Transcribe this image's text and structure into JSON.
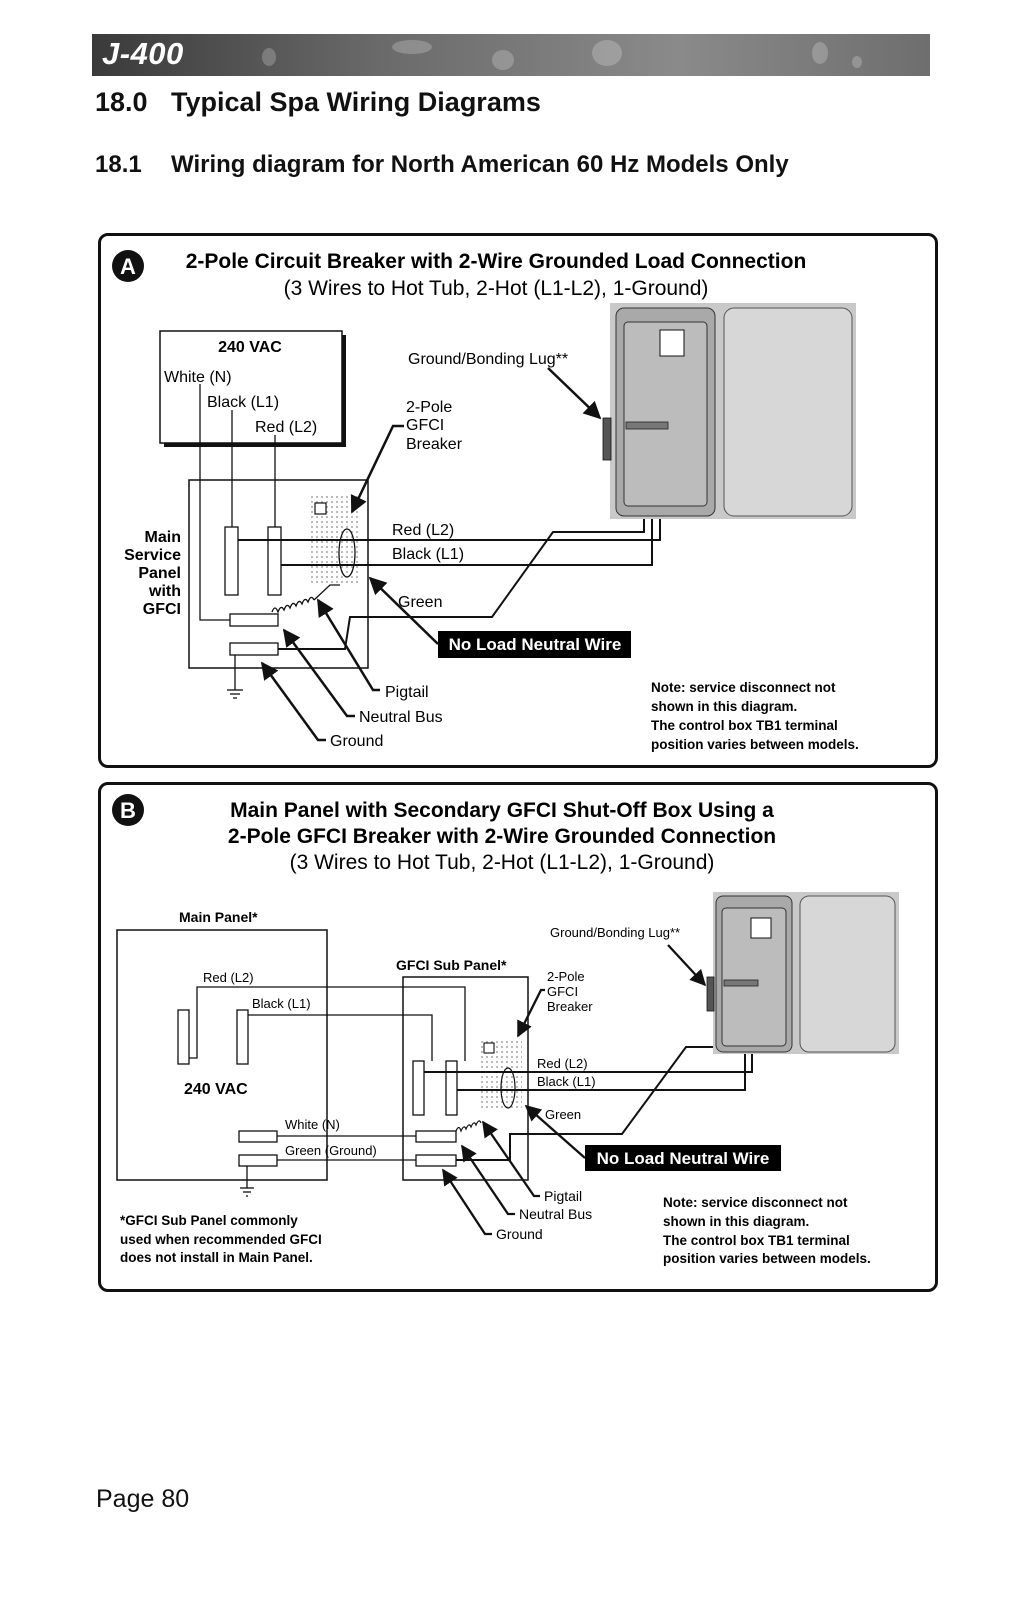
{
  "header": {
    "model": "J-400"
  },
  "section": {
    "number": "18.0",
    "title": "Typical Spa Wiring Diagrams",
    "sub_number": "18.1",
    "sub_title": "Wiring diagram for North American 60 Hz Models Only"
  },
  "diagram_a": {
    "badge": "A",
    "title": "2-Pole Circuit Breaker with 2-Wire Grounded Load Connection",
    "subtitle": "(3 Wires to Hot Tub, 2-Hot (L1-L2), 1-Ground)",
    "supply_label": "240 VAC",
    "white_label": "White (N)",
    "black_label": "Black (L1)",
    "red_label": "Red (L2)",
    "panel_label": [
      "Main",
      "Service",
      "Panel",
      "with",
      "GFCI"
    ],
    "lug_label": "Ground/Bonding Lug**",
    "breaker_label": [
      "2-Pole",
      "GFCI",
      "Breaker"
    ],
    "wire_red": "Red (L2)",
    "wire_black": "Black (L1)",
    "wire_green": "Green",
    "no_neutral": "No Load Neutral Wire",
    "pigtail": "Pigtail",
    "neutral_bus": "Neutral Bus",
    "ground": "Ground",
    "note": [
      "Note: service disconnect not",
      "shown in this diagram.",
      "The control box TB1 terminal",
      "position varies between models."
    ]
  },
  "diagram_b": {
    "badge": "B",
    "title_1": "Main Panel with Secondary GFCI Shut-Off Box Using a",
    "title_2": "2-Pole GFCI Breaker with 2-Wire Grounded Connection",
    "subtitle": "(3 Wires to Hot Tub, 2-Hot (L1-L2), 1-Ground)",
    "main_panel": "Main Panel*",
    "red_label": "Red (L2)",
    "black_label": "Black (L1)",
    "supply_label": "240 VAC",
    "white_label": "White (N)",
    "green_ground": "Green (Ground)",
    "sub_panel": "GFCI Sub Panel*",
    "lug_label": "Ground/Bonding Lug**",
    "breaker_label": [
      "2-Pole",
      "GFCI",
      "Breaker"
    ],
    "wire_red": "Red (L2)",
    "wire_black": "Black (L1)",
    "wire_green": "Green",
    "no_neutral": "No Load Neutral Wire",
    "pigtail": "Pigtail",
    "neutral_bus": "Neutral Bus",
    "ground": "Ground",
    "footnote": [
      "*GFCI Sub Panel commonly",
      "used when recommended GFCI",
      "does not install in Main Panel."
    ],
    "note": [
      "Note: service disconnect not",
      "shown in this diagram.",
      "The control box TB1 terminal",
      "position varies between models."
    ]
  },
  "footer": {
    "page": "Page 80"
  },
  "colors": {
    "banner": "#6b6b6b",
    "box_fill": "#c9c9c9",
    "label_fill": "#000000"
  }
}
